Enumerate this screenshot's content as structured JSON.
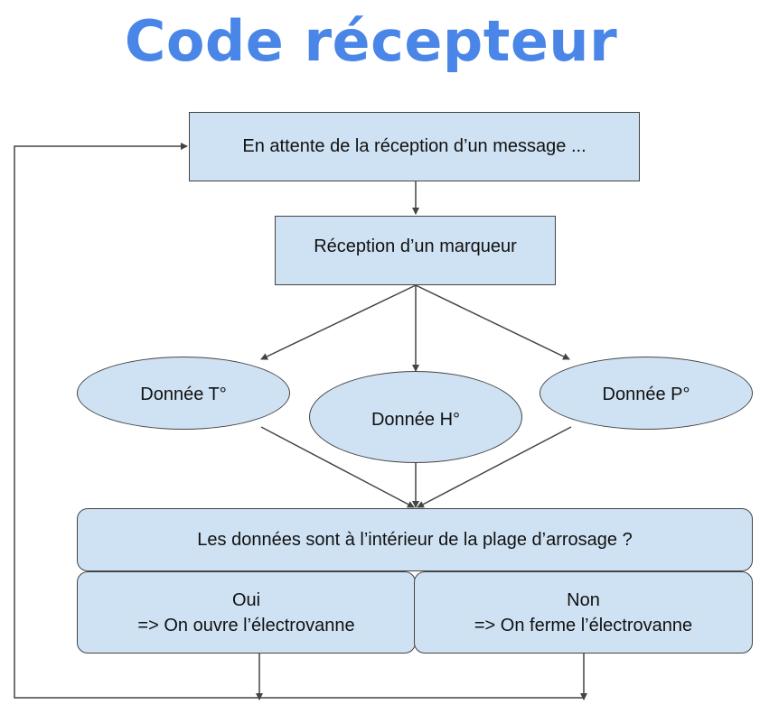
{
  "title": "Code récepteur",
  "colors": {
    "title": "#4a86e8",
    "box_fill": "#cfe2f3",
    "stroke": "#444444"
  },
  "nodes": {
    "waiting": "En attente de la réception d’un message ...",
    "reception": "Réception d’un marqueur",
    "data_t": "Donnée T°",
    "data_h": "Donnée H°",
    "data_p": "Donnée P°",
    "question": "Les données sont à l’intérieur de la plage d’arrosage ?",
    "yes": {
      "head": "Oui",
      "body": "=> On ouvre l’électrovanne"
    },
    "no": {
      "head": "Non",
      "body": "=> On ferme l’électrovanne"
    }
  }
}
